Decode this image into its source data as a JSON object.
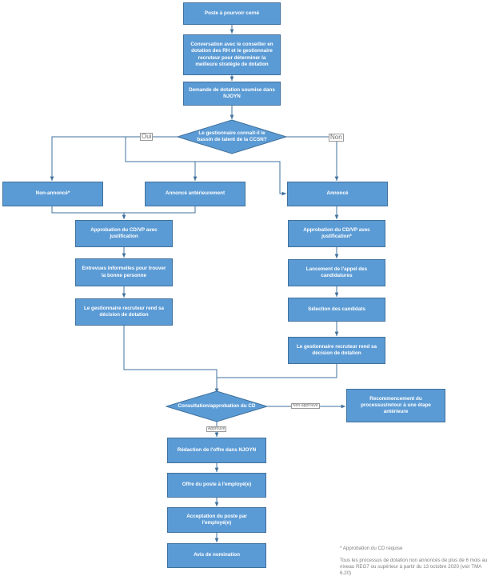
{
  "nodes": {
    "poste": "Poste à pourvoir cerné",
    "conversation": "Conversation avec le conseiller en dotation des RH et le gestionnaire recruteur pour déterminer la meilleure stratégie de dotation",
    "demande": "Demande de dotation soumise dans NJOYN",
    "question": "Le gestionnaire connaît-il le bassin de talent de la CCSN?",
    "non_annonce": "Non-annoncé*",
    "annonce_anterieurement": "Annoncé antérieurement",
    "annonce": "Annoncé",
    "approbation_left": "Approbation du CD/VP avec justification",
    "approbation_right": "Approbation du CD/VP avec justification*",
    "entrevues": "Entrevues informelles pour trouver la bonne personne",
    "decision_left": "Le gestionnaire recruteur rend sa décision de dotation",
    "lancement": "Lancement de l'appel des candidatures",
    "selection": "Sélection des candidats",
    "decision_right": "Le gestionnaire recruteur rend sa décision de dotation",
    "consultation": "Consultation/approbation du CD",
    "recommencement": "Recommencement du processus/retour à une étape antérieure",
    "redaction": "Rédaction de l'offre dans NJOYN",
    "offre": "Offre du poste à l'employé(e)",
    "acceptation": "Acceptation du poste par l'employé(e)",
    "avis": "Avis de nomination"
  },
  "edge_labels": {
    "oui": "Oui",
    "non": "Non",
    "non_approuve": "Non-approuvé",
    "approuve": "Approuvé"
  },
  "notes": {
    "asterisk": "* Approbation du CD requise",
    "policy": "Tous les processus de dotation non annoncés de plus de 6 mois au niveau REG7 ou supérieur à partir du 13 octobre 2020 (voir TMA 6.20)"
  },
  "colors": {
    "fill": "#5b9bd5",
    "border": "#41719c",
    "line": "#41719c",
    "text": "#ffffff"
  }
}
